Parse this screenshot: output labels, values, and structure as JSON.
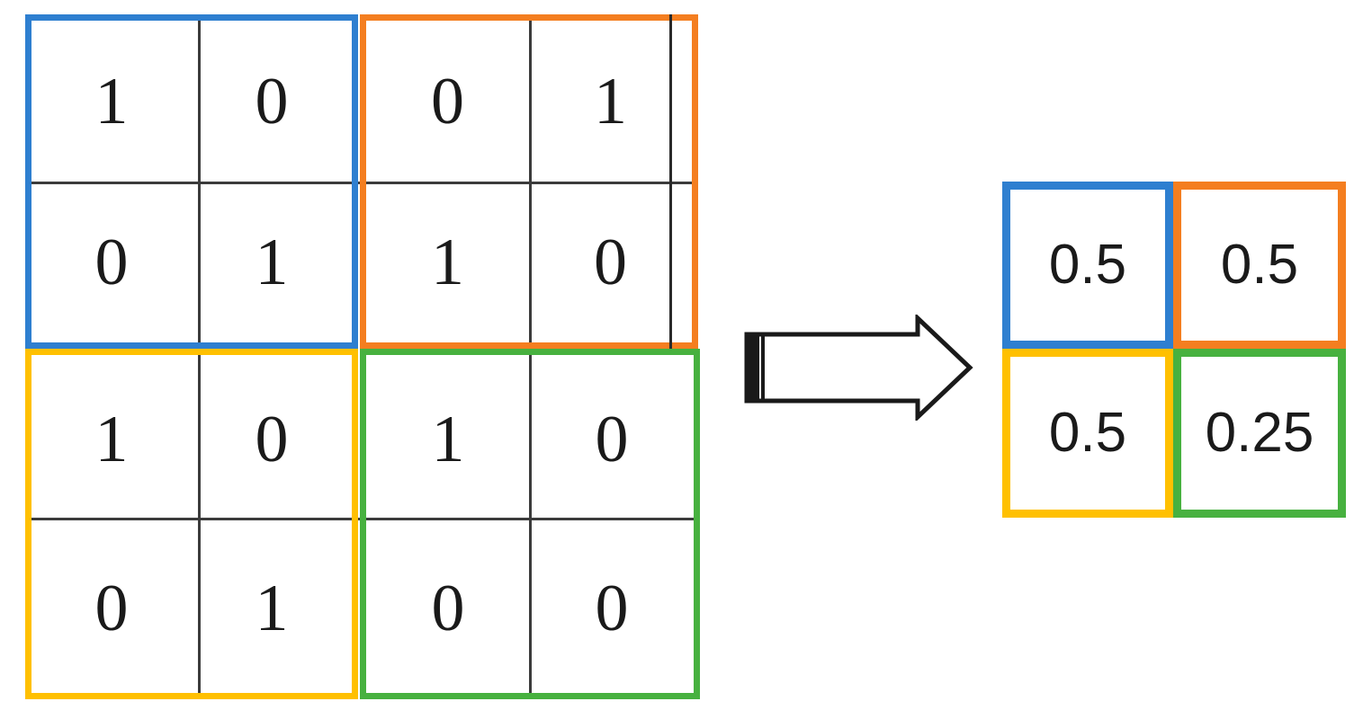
{
  "colors": {
    "blue": "#2E7FD0",
    "orange": "#F47E20",
    "yellow": "#FFC000",
    "green": "#47B13F",
    "rule": "#3b3b3b",
    "text": "#1a1a1a",
    "background": "#FFFFFF"
  },
  "input_grid": {
    "label": "input-feature-map",
    "rows": 4,
    "cols": 4,
    "values": [
      [
        1,
        0,
        0,
        1
      ],
      [
        0,
        1,
        1,
        0
      ],
      [
        1,
        0,
        1,
        0
      ],
      [
        0,
        1,
        0,
        0
      ]
    ],
    "quadrants": [
      {
        "name": "top-left",
        "color_name": "blue",
        "color": "#2E7FD0",
        "cells": [
          [
            "1",
            "0"
          ],
          [
            "0",
            "1"
          ]
        ]
      },
      {
        "name": "top-right",
        "color_name": "orange",
        "color": "#F47E20",
        "cells": [
          [
            "0",
            "1"
          ],
          [
            "1",
            "0"
          ]
        ]
      },
      {
        "name": "bottom-left",
        "color_name": "yellow",
        "color": "#FFC000",
        "cells": [
          [
            "1",
            "0"
          ],
          [
            "0",
            "1"
          ]
        ]
      },
      {
        "name": "bottom-right",
        "color_name": "green",
        "color": "#47B13F",
        "cells": [
          [
            "1",
            "0"
          ],
          [
            "0",
            "0"
          ]
        ]
      }
    ]
  },
  "arrow": {
    "name": "transform-arrow",
    "direction": "right",
    "style": "hollow-block-arrow-with-tail-bar",
    "stroke": "#1a1a1a",
    "fill": "#FFFFFF"
  },
  "output_matrix": {
    "label": "output-pooled-map",
    "rows": 2,
    "cols": 2,
    "values": [
      [
        "0.5",
        "0.5"
      ],
      [
        "0.5",
        "0.25"
      ]
    ],
    "cells": [
      {
        "name": "top-left",
        "color_name": "blue",
        "color": "#2E7FD0",
        "value": "0.5"
      },
      {
        "name": "top-right",
        "color_name": "orange",
        "color": "#F47E20",
        "value": "0.5"
      },
      {
        "name": "bottom-left",
        "color_name": "yellow",
        "color": "#FFC000",
        "value": "0.5"
      },
      {
        "name": "bottom-right",
        "color_name": "green",
        "color": "#47B13F",
        "value": "0.25"
      }
    ]
  }
}
